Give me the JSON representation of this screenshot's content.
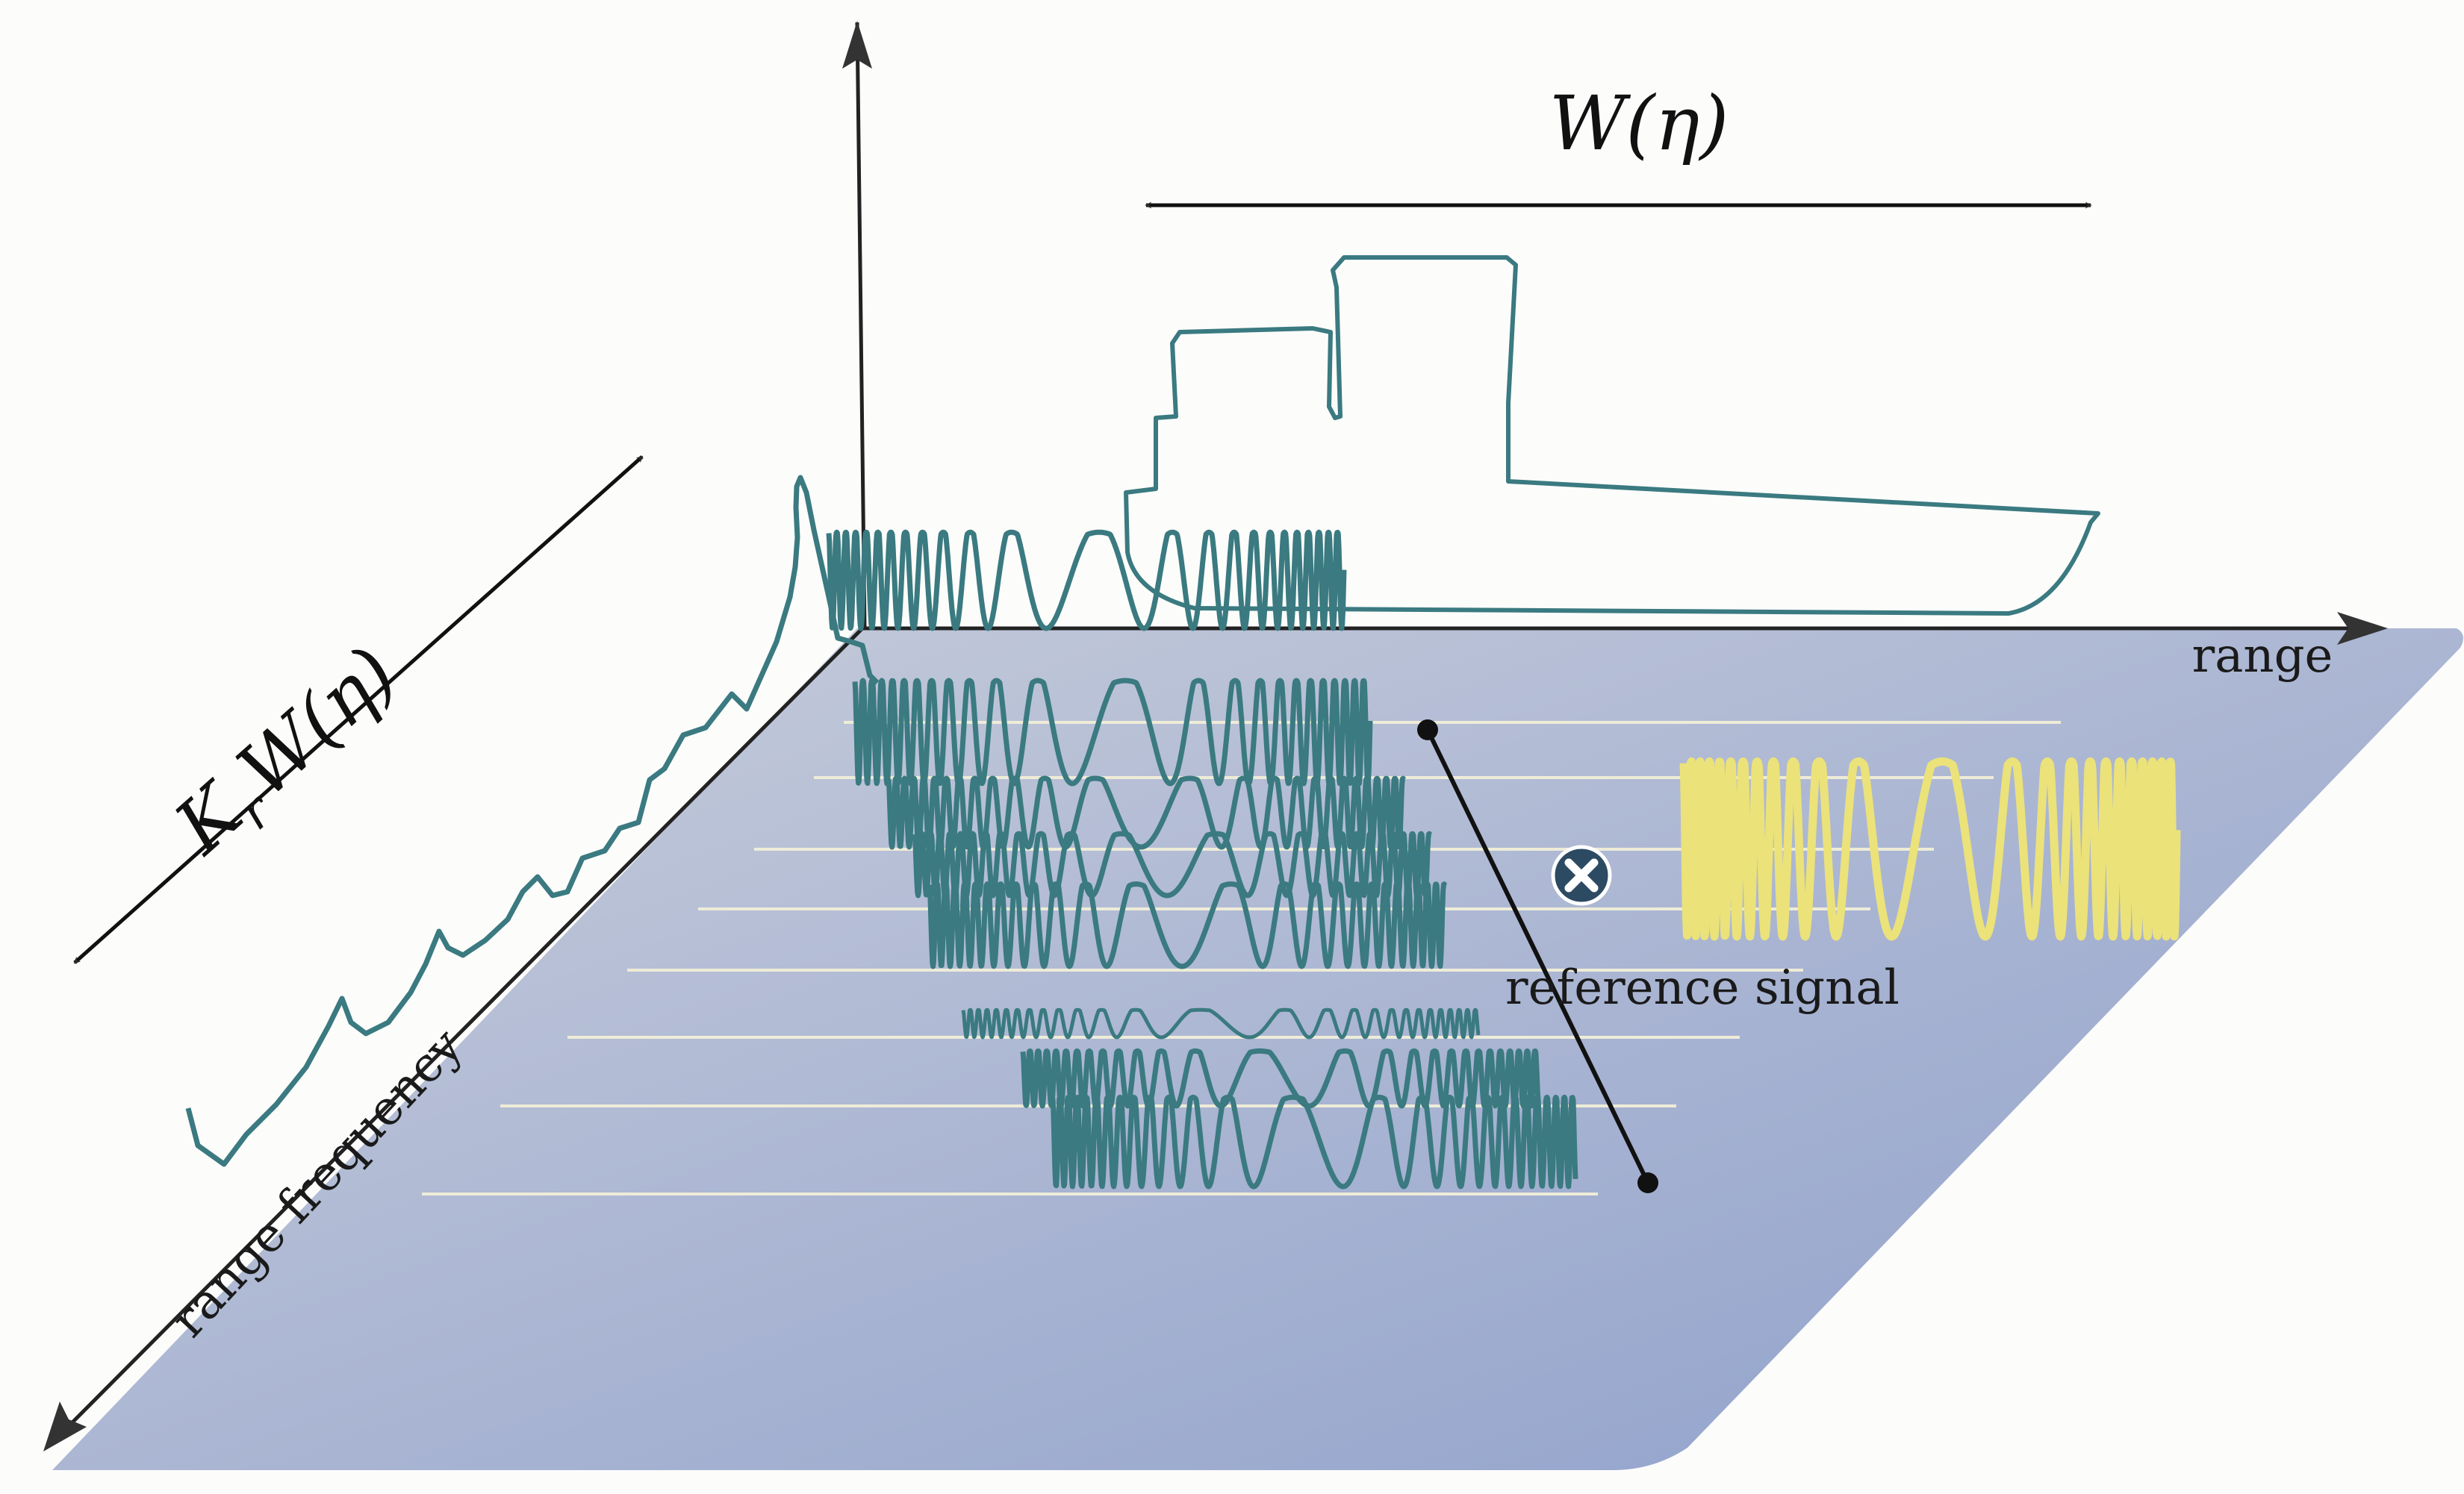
{
  "labels": {
    "width_label": "W(η)",
    "bandwidth_label": "K",
    "bandwidth_sub": "r",
    "bandwidth_rest": "W(η)",
    "range_axis": "range",
    "range_frequency_axis": "range frequency",
    "reference_signal": "reference signal",
    "multiply_symbol": "×"
  },
  "colors": {
    "plane_light": "#c9cedb",
    "plane_dark": "#8e9fcb",
    "echo": "#3a7a80",
    "reference": "#ebe27a",
    "axis": "#1f1f1f",
    "guide_line": "#eeecd8",
    "badge": "#2d4a63"
  },
  "icons": {
    "multiply": "circled-times-icon",
    "ship": "ship-outline-icon"
  }
}
